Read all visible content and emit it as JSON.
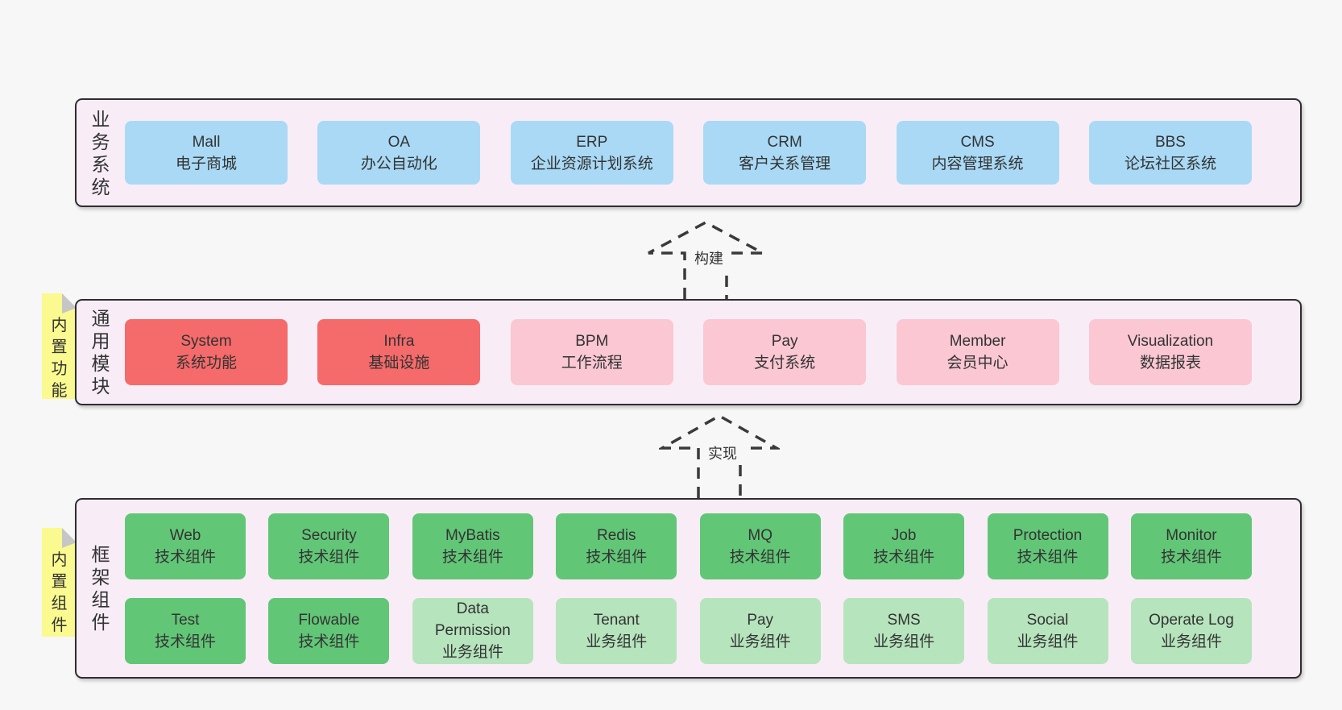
{
  "colors": {
    "page_background": "#f7f7f7",
    "panel_background": "#f8edf7",
    "panel_border": "#2e2e2e",
    "business_box": "#a9d9f5",
    "core_module_box": "#f56a6a",
    "optional_module_box": "#fac7d3",
    "tech_component_box": "#62c677",
    "biz_component_box": "#b6e4bd",
    "sticky_note": "#fafa90",
    "text": "#333333"
  },
  "arrows": {
    "build": "构建",
    "implement": "实现"
  },
  "layers": {
    "business": {
      "label": "业务系统",
      "boxes": [
        {
          "name": "Mall",
          "desc": "电子商城",
          "variant": "blue"
        },
        {
          "name": "OA",
          "desc": "办公自动化",
          "variant": "blue"
        },
        {
          "name": "ERP",
          "desc": "企业资源计划系统",
          "variant": "blue"
        },
        {
          "name": "CRM",
          "desc": "客户关系管理",
          "variant": "blue"
        },
        {
          "name": "CMS",
          "desc": "内容管理系统",
          "variant": "blue"
        },
        {
          "name": "BBS",
          "desc": "论坛社区系统",
          "variant": "blue"
        }
      ]
    },
    "modules": {
      "label": "通用模块",
      "note": "内置功能",
      "boxes": [
        {
          "name": "System",
          "desc": "系统功能",
          "variant": "red"
        },
        {
          "name": "Infra",
          "desc": "基础设施",
          "variant": "red"
        },
        {
          "name": "BPM",
          "desc": "工作流程",
          "variant": "pink"
        },
        {
          "name": "Pay",
          "desc": "支付系统",
          "variant": "pink"
        },
        {
          "name": "Member",
          "desc": "会员中心",
          "variant": "pink"
        },
        {
          "name": "Visualization",
          "desc": "数据报表",
          "variant": "pink"
        }
      ]
    },
    "components": {
      "label": "框架组件",
      "note": "内置组件",
      "boxes": [
        {
          "name": "Web",
          "desc": "技术组件",
          "variant": "tech"
        },
        {
          "name": "Security",
          "desc": "技术组件",
          "variant": "tech"
        },
        {
          "name": "MyBatis",
          "desc": "技术组件",
          "variant": "tech"
        },
        {
          "name": "Redis",
          "desc": "技术组件",
          "variant": "tech"
        },
        {
          "name": "MQ",
          "desc": "技术组件",
          "variant": "tech"
        },
        {
          "name": "Job",
          "desc": "技术组件",
          "variant": "tech"
        },
        {
          "name": "Protection",
          "desc": "技术组件",
          "variant": "tech"
        },
        {
          "name": "Monitor",
          "desc": "技术组件",
          "variant": "tech"
        },
        {
          "name": "Test",
          "desc": "技术组件",
          "variant": "tech"
        },
        {
          "name": "Flowable",
          "desc": "技术组件",
          "variant": "tech"
        },
        {
          "name": "Data Permission",
          "desc": "业务组件",
          "variant": "biz"
        },
        {
          "name": "Tenant",
          "desc": "业务组件",
          "variant": "biz"
        },
        {
          "name": "Pay",
          "desc": "业务组件",
          "variant": "biz"
        },
        {
          "name": "SMS",
          "desc": "业务组件",
          "variant": "biz"
        },
        {
          "name": "Social",
          "desc": "业务组件",
          "variant": "biz"
        },
        {
          "name": "Operate Log",
          "desc": "业务组件",
          "variant": "biz"
        }
      ]
    }
  }
}
